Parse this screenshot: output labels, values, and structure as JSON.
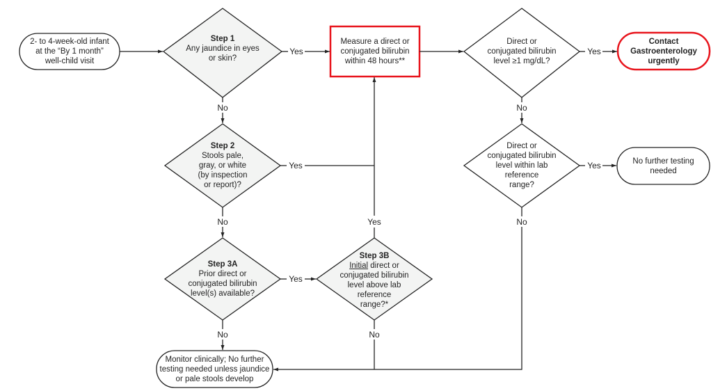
{
  "nodes": {
    "start": {
      "lines": [
        "2- to 4-week-old infant",
        "at the “By 1 month”",
        "well-child visit"
      ]
    },
    "step1": {
      "title": "Step 1",
      "lines": [
        "Any jaundice in eyes",
        "or skin?"
      ]
    },
    "measure": {
      "lines": [
        "Measure a direct or",
        "conjugated bilirubin",
        "within 48 hours**"
      ]
    },
    "level_check": {
      "lines": [
        "Direct or",
        "conjugated bilirubin",
        "level ≥1 mg/dL?"
      ]
    },
    "contact_gi": {
      "lines": [
        "Contact",
        "Gastroenterology",
        "urgently"
      ]
    },
    "step2": {
      "title": "Step 2",
      "lines": [
        "Stools pale,",
        "gray, or white",
        "(by inspection",
        "or report)?"
      ]
    },
    "range_check": {
      "lines": [
        "Direct or",
        "conjugated bilirubin",
        "level within lab",
        "reference",
        "range?"
      ]
    },
    "no_further": {
      "lines": [
        "No further testing",
        "needed"
      ]
    },
    "step3a": {
      "title": "Step 3A",
      "lines": [
        "Prior direct or",
        "conjugated bilirubin",
        "level(s) available?"
      ]
    },
    "step3b": {
      "title": "Step 3B",
      "underlined": "Initial",
      "first_line_rest": " direct or",
      "lines": [
        "conjugated bilirubin",
        "level above lab",
        "reference",
        "range?*"
      ]
    },
    "monitor": {
      "lines": [
        "Monitor clinically; No further",
        "testing needed unless jaundice",
        "or pale stools develop"
      ]
    }
  },
  "edge_labels": {
    "step1_yes": "Yes",
    "step1_no": "No",
    "level_yes": "Yes",
    "level_no": "No",
    "step2_yes": "Yes",
    "step2_no": "No",
    "step3b_yes": "Yes",
    "range_yes": "Yes",
    "range_no": "No",
    "step3a_yes": "Yes",
    "step3a_no": "No",
    "step3b_no": "No"
  },
  "colors": {
    "highlight": "#e8141c",
    "diamond_fill": "#f3f4f3",
    "line": "#222222"
  }
}
